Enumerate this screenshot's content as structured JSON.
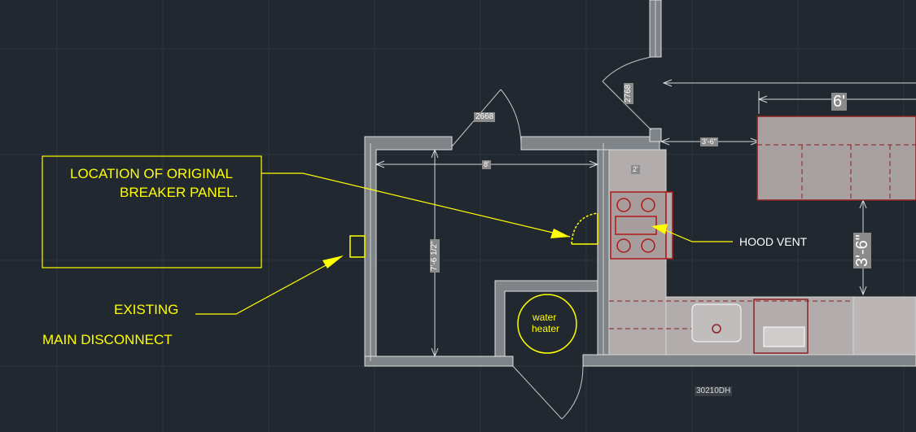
{
  "annotations": {
    "breaker_panel_line1": "LOCATION OF ORIGINAL",
    "breaker_panel_line2": "BREAKER PANEL.",
    "existing": "EXISTING",
    "main_disconnect": "MAIN DISCONNECT",
    "hood_vent": "HOOD VENT"
  },
  "fixtures": {
    "water_heater_line1": "water",
    "water_heater_line2": "heater",
    "window_tag": "30210DH"
  },
  "door_tags": {
    "door_top": "2668",
    "door_right": "2768"
  },
  "dimensions": {
    "room_width": "8'",
    "room_height": "7'-6 1/2\"",
    "counter_depth": "2'",
    "aisle": "3'-6\"",
    "island_length": "6'",
    "island_gap": "3'-6\""
  },
  "colors": {
    "background": "#212830",
    "wall": "#9a9a9a",
    "annotation": "#ffff00",
    "cabinet_fill": "#b3acac",
    "cabinet_edge": "#8b2020"
  }
}
